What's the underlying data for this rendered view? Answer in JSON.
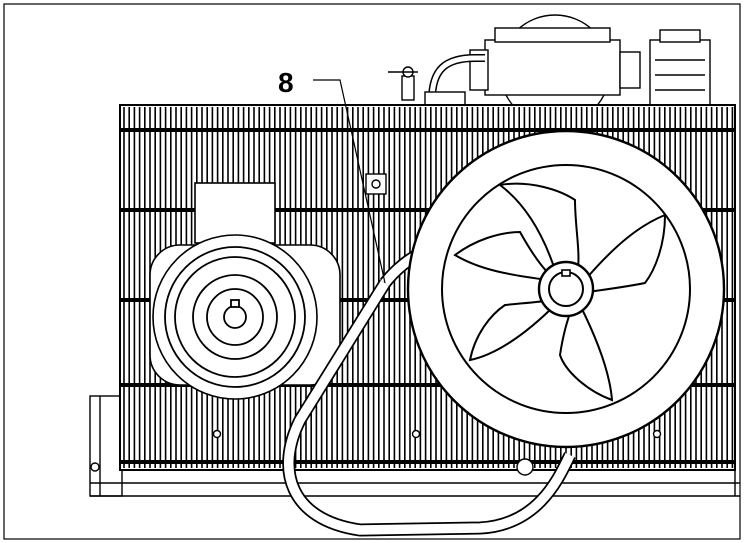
{
  "figure": {
    "callouts": [
      {
        "label": "8",
        "target": "drive-belt"
      }
    ]
  },
  "colors": {
    "line": "#000000",
    "background": "#ffffff"
  },
  "parts": {
    "guard": "belt-guard-grille",
    "motor": "electric-motor",
    "motor_pulley": "motor-pulley",
    "flywheel": "compressor-flywheel",
    "belt": "drive-belt",
    "compressor_head": "compressor-head",
    "base": "base-frame"
  }
}
